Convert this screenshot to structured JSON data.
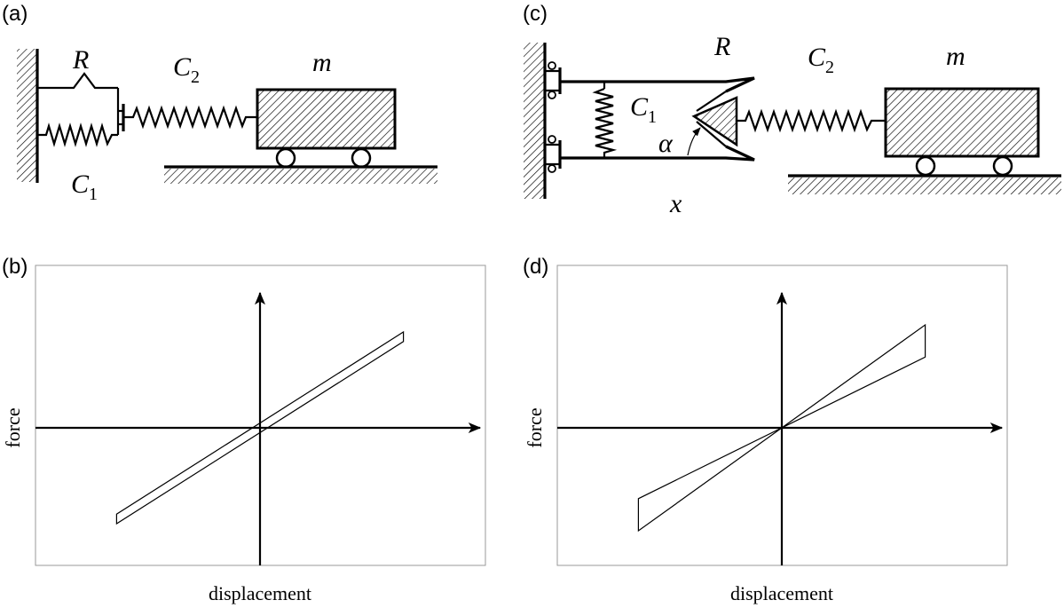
{
  "panels": {
    "a": {
      "label": "(a)",
      "R": "R",
      "C2_main": "C",
      "C2_sub": "2",
      "m": "m",
      "C1_main": "C",
      "C1_sub": "1"
    },
    "b": {
      "label": "(b)",
      "ylabel": "force",
      "xlabel": "displacement"
    },
    "c": {
      "label": "(c)",
      "R": "R",
      "C2_main": "C",
      "C2_sub": "2",
      "m": "m",
      "C1_main": "C",
      "C1_sub": "1",
      "alpha": "α",
      "x": "x"
    },
    "d": {
      "label": "(d)",
      "ylabel": "force",
      "xlabel": "displacement"
    }
  },
  "chart_data": [
    {
      "type": "line",
      "panel": "(b)",
      "xlabel": "displacement",
      "ylabel": "force",
      "xlim": [
        -1,
        1
      ],
      "ylim": [
        -1,
        1
      ],
      "series": [
        {
          "x": [
            -0.8,
            -0.8,
            0.8,
            0.8,
            -0.8
          ],
          "y": [
            -0.8,
            -0.72,
            0.8,
            0.72,
            -0.8
          ]
        }
      ]
    },
    {
      "type": "line",
      "panel": "(d)",
      "xlabel": "displacement",
      "ylabel": "force",
      "xlim": [
        -1,
        1
      ],
      "ylim": [
        -1,
        1
      ],
      "series": [
        {
          "x": [
            -0.8,
            -0.8,
            0,
            0.8,
            0.8,
            0
          ],
          "y": [
            -0.8,
            -0.55,
            0,
            0.8,
            0.55,
            0
          ]
        }
      ]
    }
  ]
}
